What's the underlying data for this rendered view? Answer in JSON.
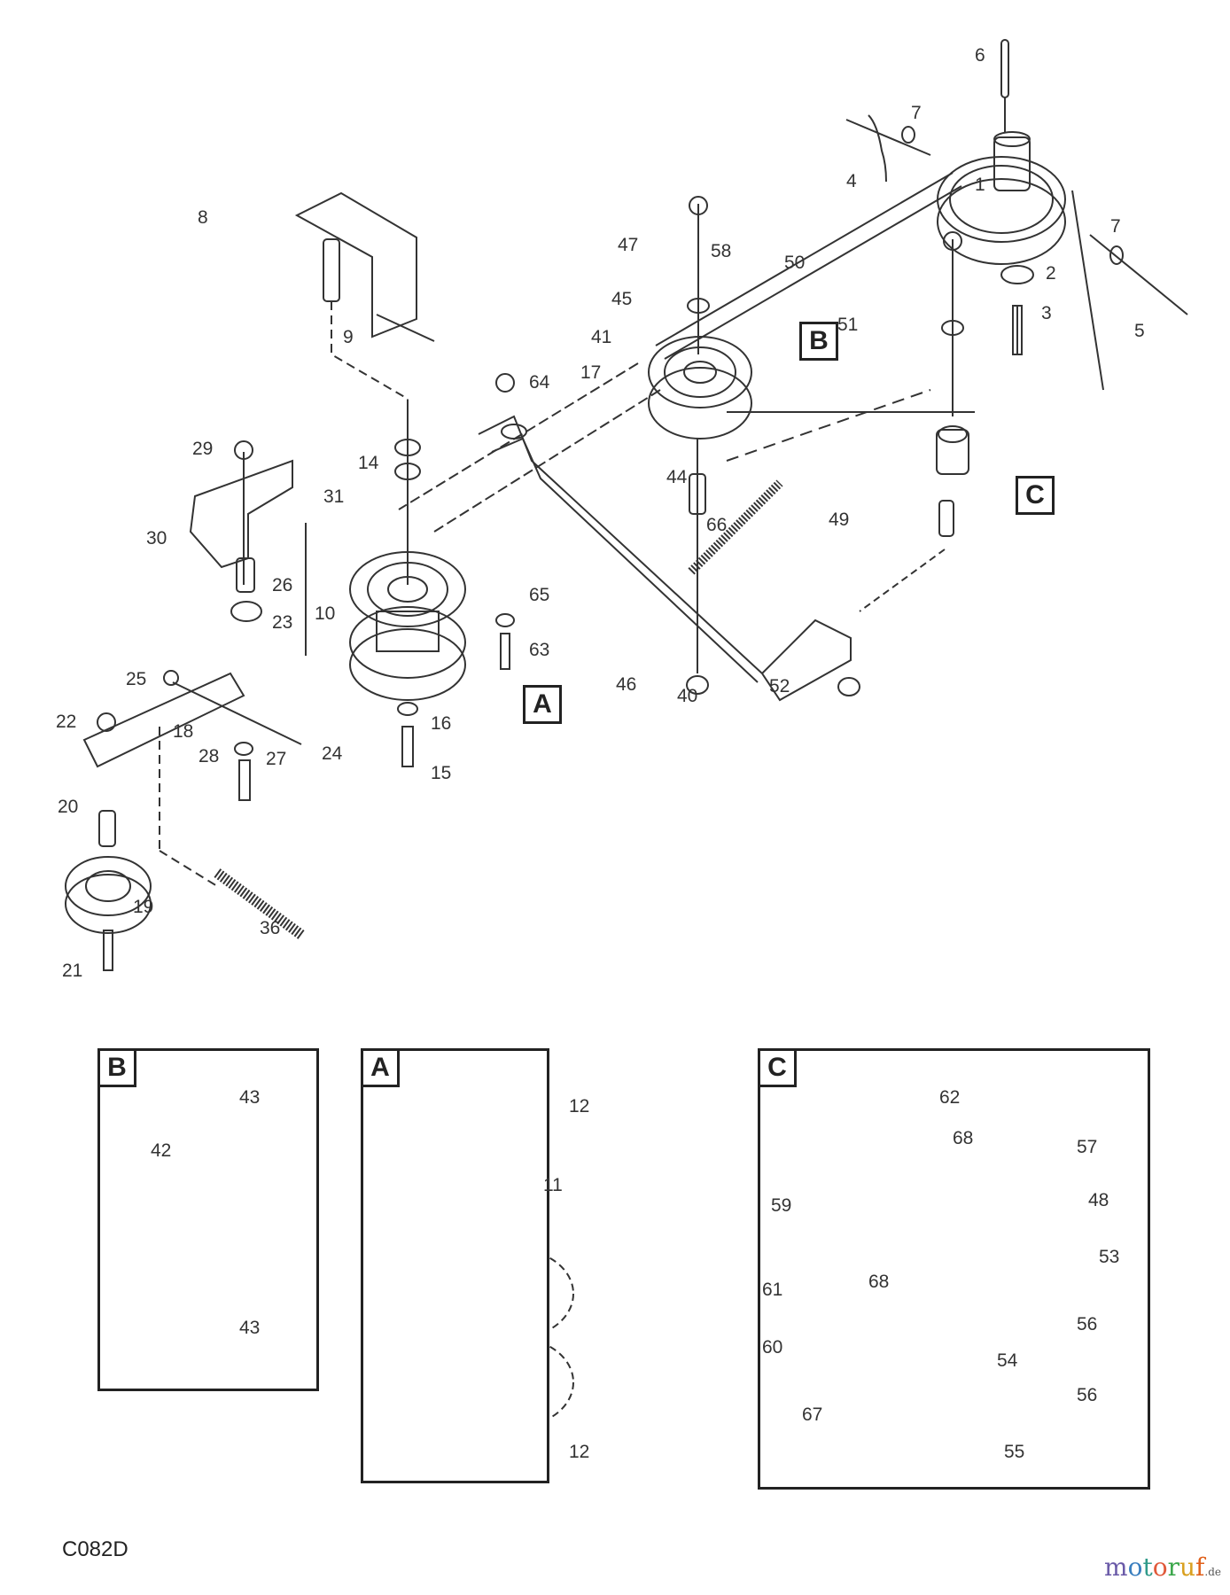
{
  "diagram": {
    "figure_code": "C082D",
    "watermark": {
      "letters": [
        {
          "ch": "m",
          "color": "#6a5aa8"
        },
        {
          "ch": "o",
          "color": "#3a7fbf"
        },
        {
          "ch": "t",
          "color": "#2f9a8a"
        },
        {
          "ch": "o",
          "color": "#e05a3a"
        },
        {
          "ch": "r",
          "color": "#3aa64a"
        },
        {
          "ch": "u",
          "color": "#d9a020"
        },
        {
          "ch": "f",
          "color": "#e0601a"
        }
      ],
      "suffix": ".de"
    },
    "main_labels": [
      {
        "id": "1",
        "text": "1"
      },
      {
        "id": "2",
        "text": "2"
      },
      {
        "id": "3",
        "text": "3"
      },
      {
        "id": "4",
        "text": "4"
      },
      {
        "id": "5",
        "text": "5"
      },
      {
        "id": "6",
        "text": "6"
      },
      {
        "id": "7a",
        "text": "7"
      },
      {
        "id": "7b",
        "text": "7"
      },
      {
        "id": "8",
        "text": "8"
      },
      {
        "id": "9",
        "text": "9"
      },
      {
        "id": "10",
        "text": "10"
      },
      {
        "id": "14",
        "text": "14"
      },
      {
        "id": "15",
        "text": "15"
      },
      {
        "id": "16",
        "text": "16"
      },
      {
        "id": "17",
        "text": "17"
      },
      {
        "id": "18",
        "text": "18"
      },
      {
        "id": "19",
        "text": "19"
      },
      {
        "id": "20",
        "text": "20"
      },
      {
        "id": "21",
        "text": "21"
      },
      {
        "id": "22",
        "text": "22"
      },
      {
        "id": "23",
        "text": "23"
      },
      {
        "id": "24",
        "text": "24"
      },
      {
        "id": "25",
        "text": "25"
      },
      {
        "id": "26",
        "text": "26"
      },
      {
        "id": "27",
        "text": "27"
      },
      {
        "id": "28",
        "text": "28"
      },
      {
        "id": "29",
        "text": "29"
      },
      {
        "id": "30",
        "text": "30"
      },
      {
        "id": "31",
        "text": "31"
      },
      {
        "id": "36",
        "text": "36"
      },
      {
        "id": "40",
        "text": "40"
      },
      {
        "id": "41",
        "text": "41"
      },
      {
        "id": "44",
        "text": "44"
      },
      {
        "id": "45",
        "text": "45"
      },
      {
        "id": "46",
        "text": "46"
      },
      {
        "id": "47",
        "text": "47"
      },
      {
        "id": "49",
        "text": "49"
      },
      {
        "id": "50",
        "text": "50"
      },
      {
        "id": "51",
        "text": "51"
      },
      {
        "id": "52",
        "text": "52"
      },
      {
        "id": "58",
        "text": "58"
      },
      {
        "id": "63",
        "text": "63"
      },
      {
        "id": "64",
        "text": "64"
      },
      {
        "id": "65",
        "text": "65"
      },
      {
        "id": "66",
        "text": "66"
      }
    ],
    "detail_tags": {
      "A": "A",
      "B": "B",
      "C": "C"
    },
    "detail_B": {
      "tag": "B",
      "labels": [
        "43",
        "42",
        "43"
      ]
    },
    "detail_A": {
      "tag": "A",
      "labels": [
        "12",
        "11",
        "12"
      ]
    },
    "detail_C": {
      "tag": "C",
      "labels": [
        "62",
        "68",
        "57",
        "48",
        "59",
        "53",
        "61",
        "68",
        "56",
        "60",
        "54",
        "56",
        "67",
        "55"
      ]
    }
  }
}
